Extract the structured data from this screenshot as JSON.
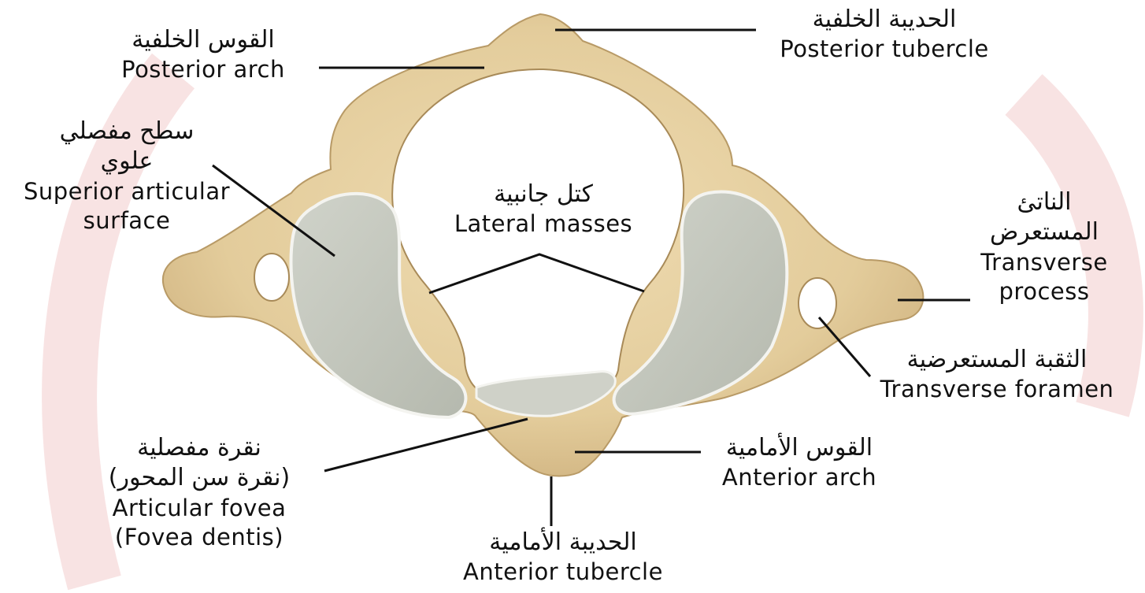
{
  "colors": {
    "background": "#ffffff",
    "watermark": "#f6dcdc",
    "bone": "#e6d1a3",
    "bone_shadow": "#c9ae7c",
    "cartilage": "#c3c6bd",
    "cartilage_edge": "#f2f2ee",
    "leader_line": "#111111"
  },
  "labels": {
    "posterior_arch": {
      "ar": "القوس الخلفية",
      "en": "Posterior arch"
    },
    "posterior_tubercle": {
      "ar": "الحديبة الخلفية",
      "en": "Posterior tubercle"
    },
    "superior_articular_surface": {
      "ar_line1": "سطح مفصلي",
      "ar_line2": "علوي",
      "en_line1": "Superior articular",
      "en_line2": "surface"
    },
    "lateral_masses": {
      "ar": "كتل جانبية",
      "en": "Lateral masses"
    },
    "transverse_process": {
      "ar_line1": "الناتئ",
      "ar_line2": "المستعرض",
      "en_line1": "Transverse",
      "en_line2": "process"
    },
    "transverse_foramen": {
      "ar": "الثقبة المستعرضية",
      "en": "Transverse foramen"
    },
    "articular_fovea": {
      "ar_line1": "نقرة مفصلية",
      "ar_line2": "(نقرة سن المحور)",
      "en_line1": "Articular fovea",
      "en_line2": "(Fovea dentis)"
    },
    "anterior_arch": {
      "ar": "القوس الأمامية",
      "en": "Anterior arch"
    },
    "anterior_tubercle": {
      "ar": "الحديبة الأمامية",
      "en": "Anterior tubercle"
    }
  }
}
